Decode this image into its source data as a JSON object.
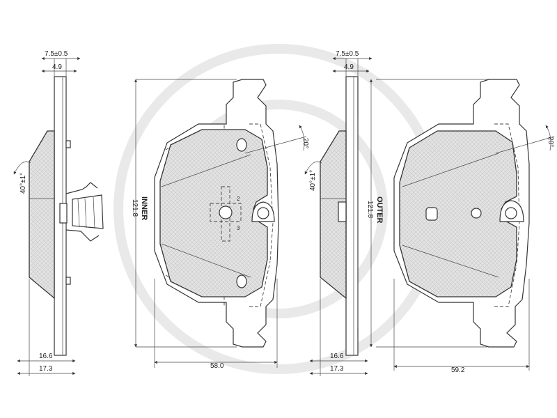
{
  "left_side_view": {
    "dim_total_thickness": "7.5±0.5",
    "dim_plate_thickness": "4.9",
    "dim_chamfer_angle": "40°±1°",
    "dim_bottom_1": "16.6",
    "dim_bottom_2": "17.3"
  },
  "inner_pad": {
    "side_label": "INNER",
    "dim_height": "121.8",
    "dim_width": "58.0",
    "dim_slot_angle": "20°",
    "marker_1": "2",
    "marker_2": "3"
  },
  "right_side_view": {
    "dim_total_thickness": "7.5±0.5",
    "dim_plate_thickness": "4.9",
    "dim_chamfer_angle": "40°±1°",
    "dim_bottom_1": "16.6",
    "dim_bottom_2": "17.3"
  },
  "outer_pad": {
    "side_label": "OUTER",
    "dim_height": "121.8",
    "dim_width": "59.2",
    "dim_slot_angle": "20°"
  }
}
